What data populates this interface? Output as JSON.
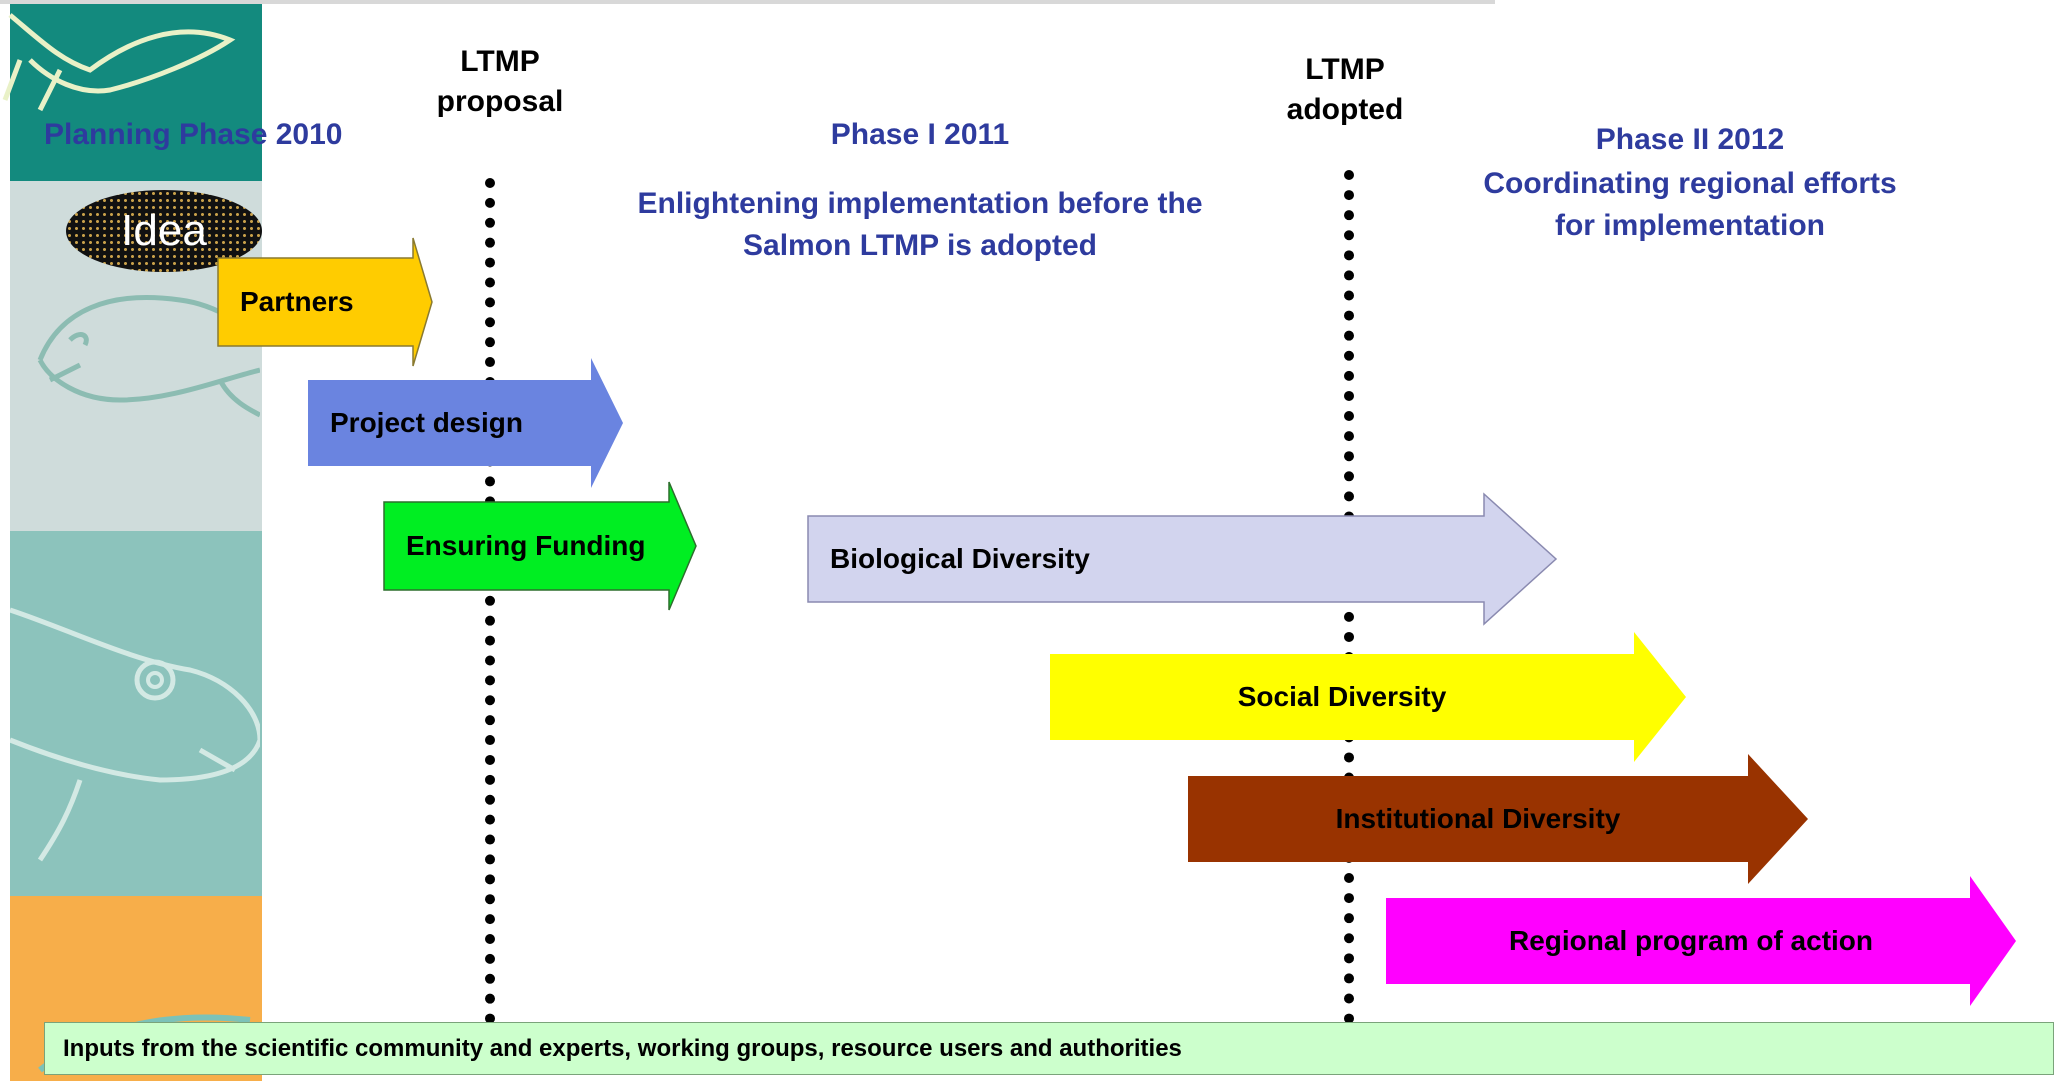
{
  "colors": {
    "phase_text": "#2e3b9e",
    "band_teal_dark": "#138a7e",
    "band_grey": "#cfdcdb",
    "band_teal": "#8cc3bc",
    "band_orange": "#f7ae4a",
    "inputs_bg": "#ccffcc"
  },
  "milestones": {
    "proposal": "LTMP\nproposal",
    "adopted": "LTMP\nadopted"
  },
  "phases": {
    "planning": "Planning Phase 2010",
    "phase1_title": "Phase I 2011",
    "phase1_desc": "Enlightening implementation before the\nSalmon LTMP is adopted",
    "phase2_title": "Phase II 2012",
    "phase2_desc": "Coordinating regional efforts\nfor implementation"
  },
  "idea": "Idea",
  "arrows": {
    "partners": {
      "label": "Partners",
      "color": "#ffcc00"
    },
    "project_design": {
      "label": "Project design",
      "color": "#6a84e0"
    },
    "ensuring_funding": {
      "label": "Ensuring Funding",
      "color": "#00ee22"
    },
    "biological": {
      "label": "Biological Diversity",
      "color": "#d2d4ee"
    },
    "social": {
      "label": "Social Diversity",
      "color": "#ffff00"
    },
    "institutional": {
      "label": "Institutional Diversity",
      "color": "#993300"
    },
    "regional": {
      "label": "Regional program of action",
      "color": "#ff00ff"
    }
  },
  "inputs": "Inputs from the scientific community and experts, working groups, resource users and authorities",
  "background_icons": [
    "salamander-icon",
    "fish-icon",
    "fish-icon",
    "fish-icon"
  ]
}
